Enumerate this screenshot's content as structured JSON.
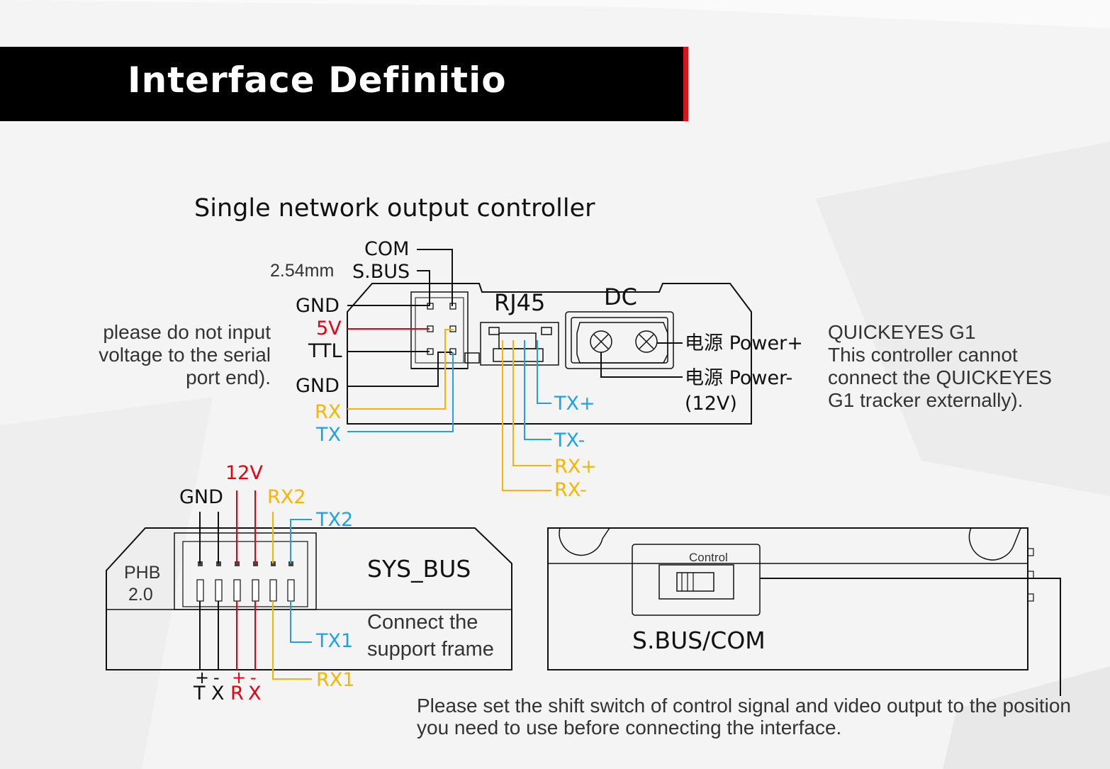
{
  "banner": {
    "title": "Interface Definitio",
    "accent_color": "#d7141a"
  },
  "section_title": "Single network output controller",
  "top_controller": {
    "pin_pitch": "2.54mm",
    "labels": {
      "com": "COM",
      "sbus": "S.BUS",
      "gnd_top": "GND",
      "v5": "5V",
      "ttl": "TTL",
      "gnd_bottom": "GND",
      "rx": "RX",
      "tx": "TX",
      "rj45": "RJ45",
      "dc": "DC",
      "tx_plus": "TX+",
      "tx_minus": "TX-",
      "rx_plus": "RX+",
      "rx_minus": "RX-",
      "power_plus": "电源 Power+",
      "power_minus": "电源 Power-",
      "voltage": "(12V)"
    },
    "note_left": [
      "please do not input",
      "voltage to the serial",
      "port end)."
    ],
    "note_right": [
      "QUICKEYES G1",
      "This controller cannot",
      "connect the QUICKEYES",
      "G1 tracker externally)."
    ]
  },
  "sys_bus": {
    "title": "SYS_BUS",
    "connector_type": [
      "PHB",
      "2.0"
    ],
    "labels": {
      "v12": "12V",
      "gnd": "GND",
      "rx2": "RX2",
      "tx2": "TX2",
      "tx1": "TX1",
      "rx1": "RX1"
    },
    "description": [
      "Connect the",
      "support frame"
    ],
    "bottom_signs": {
      "tx_plus": "+",
      "tx_minus": "-",
      "rx_plus": "+",
      "rx_minus": "-"
    },
    "bottom_letters": {
      "t": "T",
      "x1": "X",
      "r": "R",
      "x2": "X"
    }
  },
  "switch_panel": {
    "switch_label": "Control",
    "title": "S.BUS/COM",
    "note": [
      "Please set the shift switch of control signal and video output to the position",
      "you need to use before connecting the interface."
    ]
  },
  "colors": {
    "black": "#111111",
    "red": "#e60012",
    "yellow": "#f7b500",
    "blue": "#1fa3e0"
  }
}
